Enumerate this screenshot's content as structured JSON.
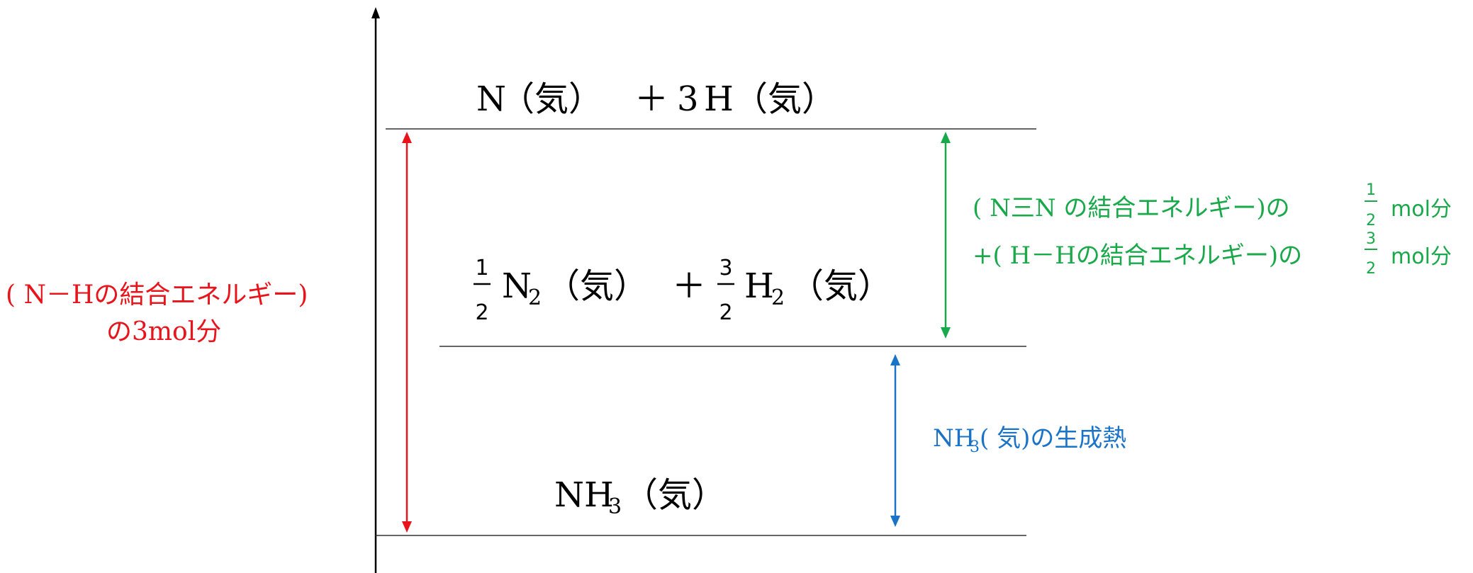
{
  "diagram": {
    "levels": {
      "top": {
        "species_a": "N",
        "state_a": "（気）",
        "plus": "＋",
        "coef_b": "3",
        "species_b": "H",
        "state_b": "（気）"
      },
      "middle": {
        "frac_a_num": "1",
        "frac_a_den": "2",
        "species_a": "N",
        "sub_a": "2",
        "state_a": "（気）",
        "plus": "＋",
        "frac_b_num": "3",
        "frac_b_den": "2",
        "species_b": "H",
        "sub_b": "2",
        "state_b": "（気）"
      },
      "bottom": {
        "species": "NH",
        "sub": "3",
        "state": "（気）"
      }
    },
    "red_label": {
      "line1": "( N－Hの結合エネルギー)",
      "line2": "の3mol分"
    },
    "green_label": {
      "line1_text": "( N三N の結合エネルギー)の",
      "line1_num": "1",
      "line1_den": "2",
      "line1_unit": "mol分",
      "line2_text": "+( H－Hの結合エネルギー)の",
      "line2_num": "3",
      "line2_den": "2",
      "line2_unit": "mol分"
    },
    "blue_label": {
      "pre": "NH",
      "sub": "3",
      "post": "( 気)の生成熱"
    },
    "colors": {
      "red": "#e8141c",
      "green": "#19a84a",
      "blue": "#1a73c7",
      "black": "#000000",
      "line": "#333333"
    }
  }
}
